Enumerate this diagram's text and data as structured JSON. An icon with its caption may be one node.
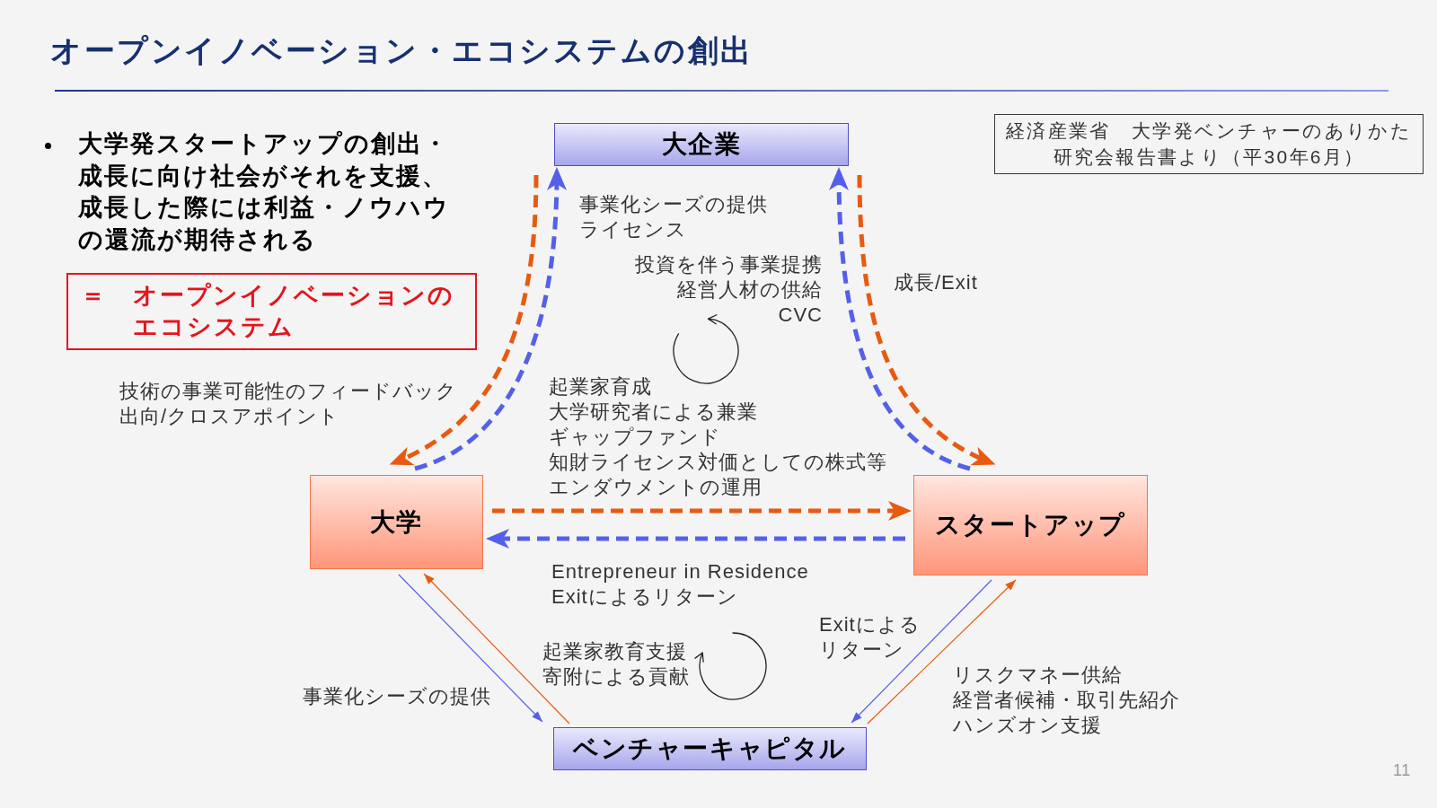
{
  "diagram": {
    "title": "オープンイノベーション・エコシステムの創出",
    "nodes": [
      {
        "text": [
          "大企業"
        ]
      },
      {
        "text": [
          "経済産業省　大学発ベンチャーのありかた研究会報告書より（平30年6月）"
        ]
      },
      {
        "text": [
          "＝　オープンイノベーションのエコシステム"
        ]
      },
      {
        "text": [
          "大学"
        ]
      },
      {
        "text": [
          "スタートアップ"
        ]
      },
      {
        "text": [
          "ベンチャーキャピタル"
        ]
      }
    ],
    "edges": [
      {
        "from": 0,
        "to": 3,
        "arrow": "to",
        "label": "技術の事業可能性のフィードバック出向/クロスアポイント",
        "style": "dashed",
        "color": "#e85a10"
      },
      {
        "from": 3,
        "to": 0,
        "arrow": "to",
        "label": "事業化シーズの提供ライセンス",
        "style": "dashed",
        "color": "#5560e8"
      },
      {
        "from": 4,
        "to": 0,
        "arrow": "to",
        "label": "投資を伴う事業提携経営人材の供給CVC",
        "style": "dashed",
        "color": "#5560e8"
      },
      {
        "from": 0,
        "to": 4,
        "arrow": "to",
        "label": "成長/Exit",
        "style": "dashed",
        "color": "#e85a10"
      },
      {
        "from": 3,
        "to": 4,
        "arrow": "to",
        "label": "起業家育成大学研究者による兼業ギャップファンド知財ライセンス対価としての株式等エンダウメントの運用",
        "style": "dashed",
        "color": "#e85a10"
      },
      {
        "from": 4,
        "to": 3,
        "arrow": "to",
        "label": "Entrepreneur in Residence Exitによるリターン",
        "style": "dashed",
        "color": "#5560e8"
      },
      {
        "from": 3,
        "to": 5,
        "arrow": "to",
        "label": "事業化シーズの提供",
        "color": "#5560e8"
      },
      {
        "from": 5,
        "to": 3,
        "arrow": "to",
        "label": "起業家教育支援寄附による貢献",
        "color": "#e85a10"
      },
      {
        "from": 4,
        "to": 5,
        "arrow": "to",
        "label": "Exitによるリターン",
        "color": "#5560e8"
      },
      {
        "from": 5,
        "to": 4,
        "arrow": "to",
        "label": "リスクマネー供給経営者候補・取引先紹介ハンズオン支援",
        "color": "#e85a10"
      }
    ],
    "labels": [
      "大学発スタートアップの創出・成長に向け社会がそれを支援、成長した際には利益・ノウハウの還流が期待される",
      "11"
    ]
  }
}
